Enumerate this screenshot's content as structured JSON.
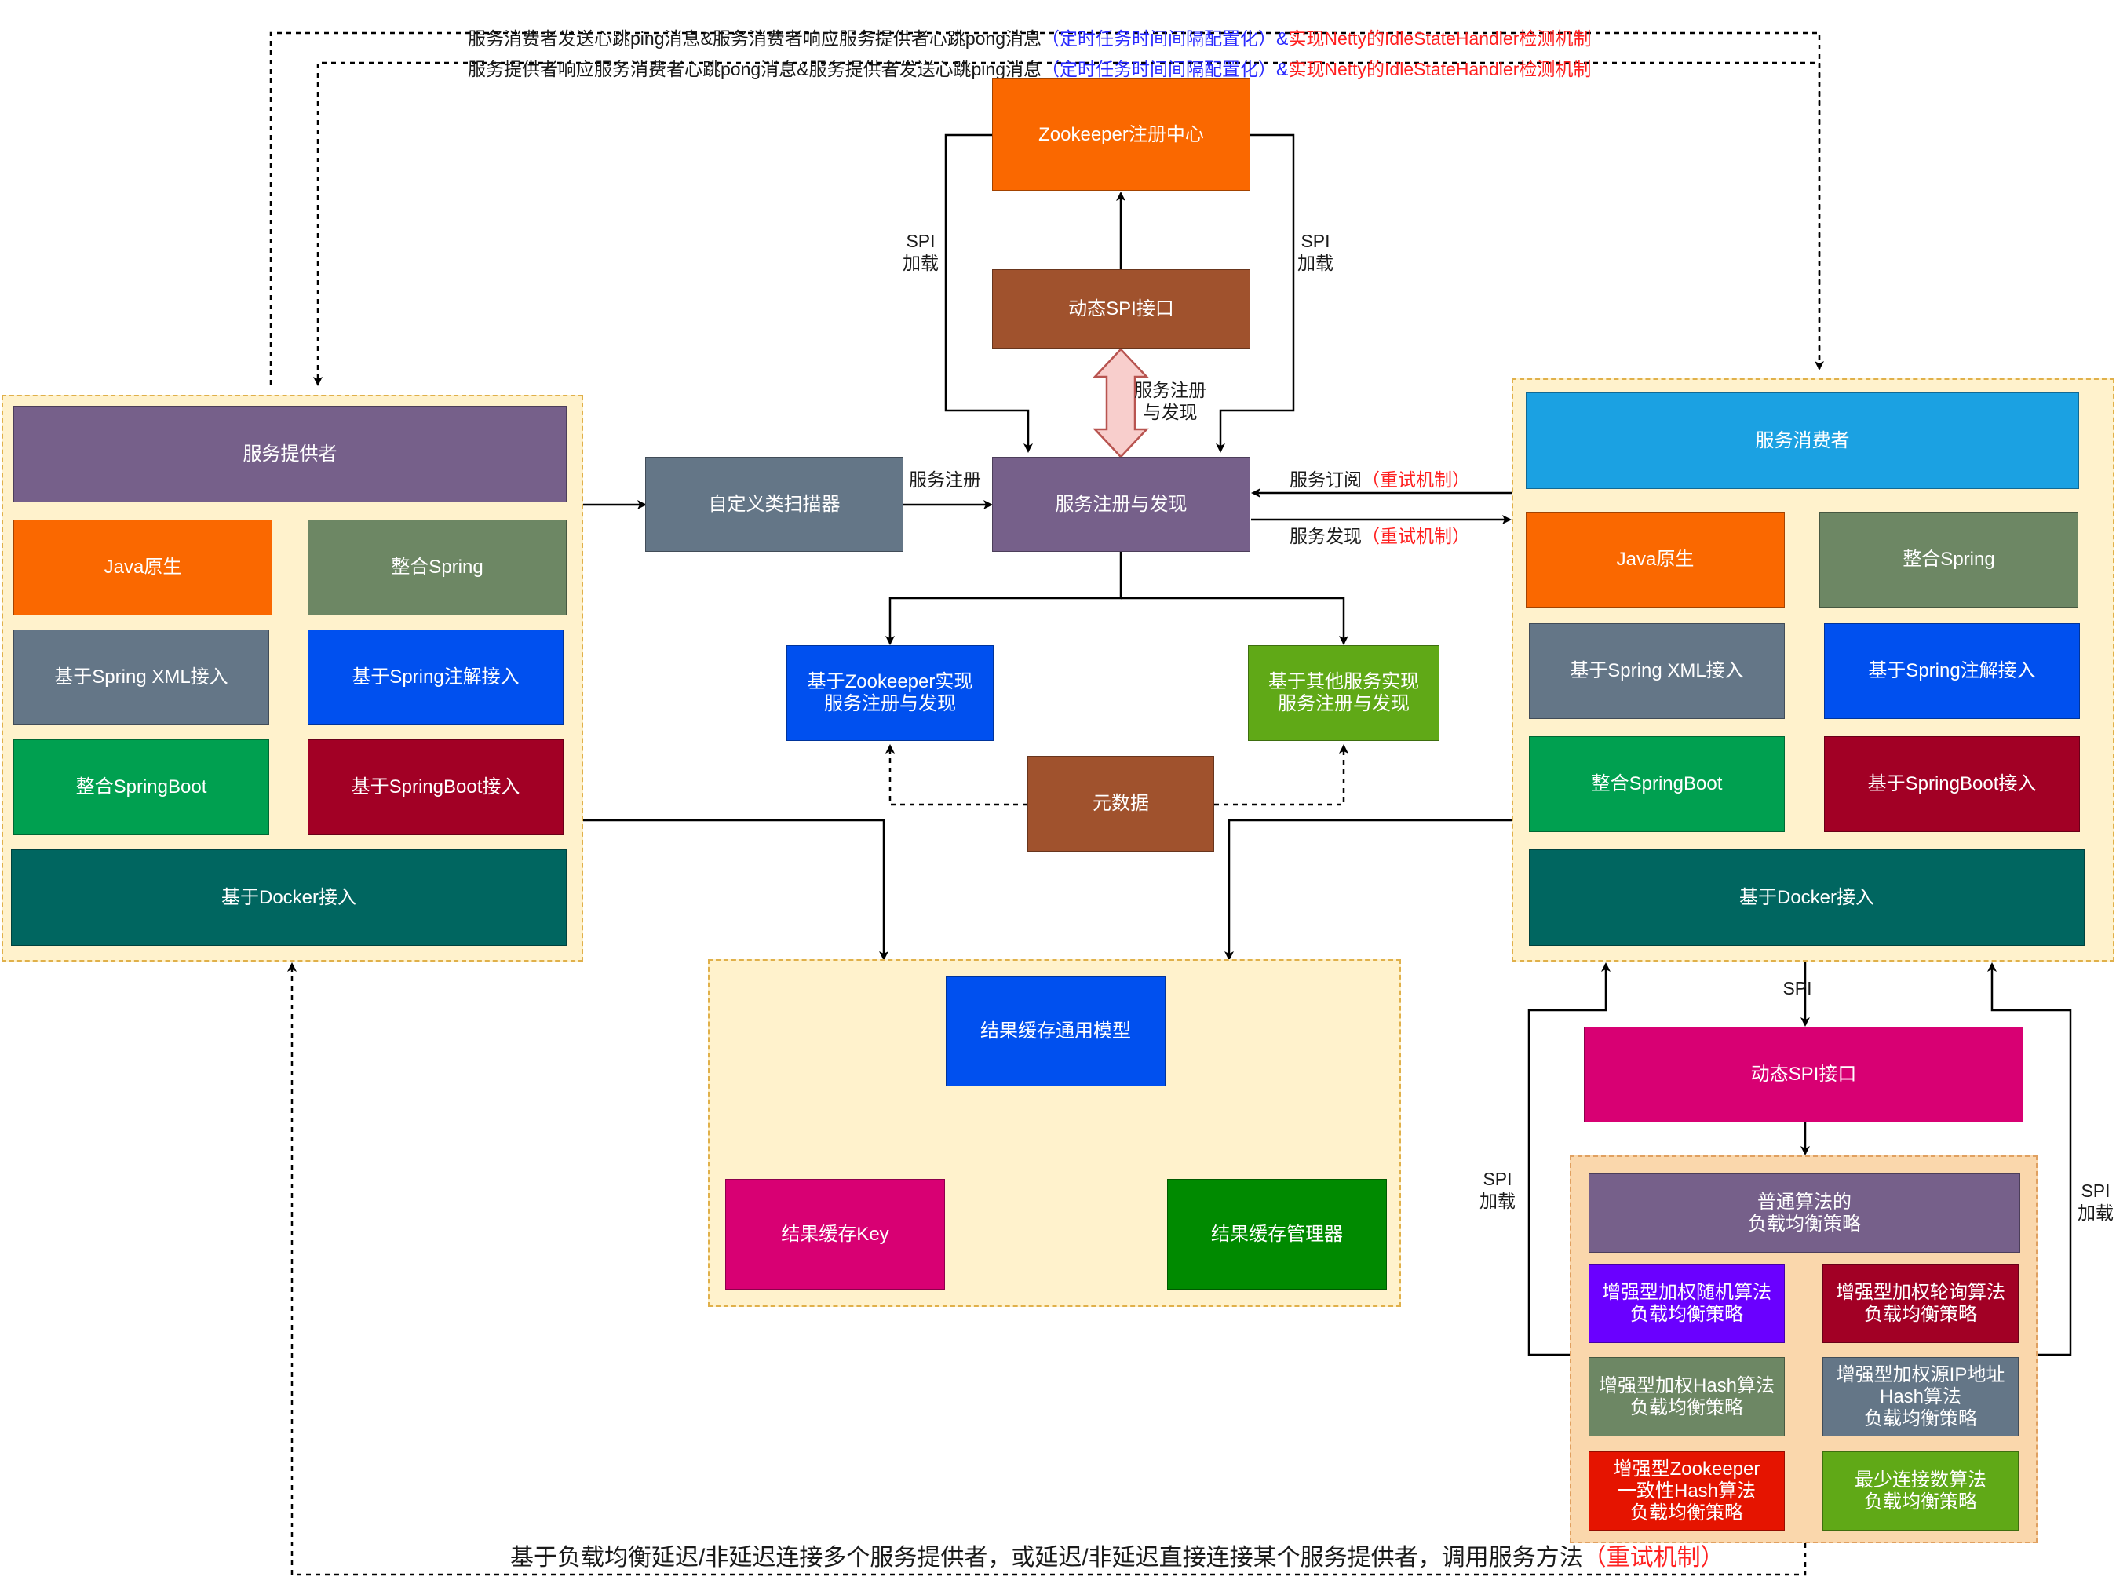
{
  "header_lines": [
    {
      "black": "服务消费者发送心跳ping消息&服务消费者响应服务提供者心跳pong消息",
      "blue": "（定时任务时间间隔配置化）&",
      "red": "实现Netty的IdleStateHandler检测机制"
    },
    {
      "black": "服务提供者响应服务消费者心跳pong消息&服务提供者发送心跳ping消息",
      "blue": "（定时任务时间间隔配置化）&",
      "red": "实现Netty的IdleStateHandler检测机制"
    }
  ],
  "zookeeper": "Zookeeper注册中心",
  "dynamic_spi_top": "动态SPI接口",
  "registry_discovery": "服务注册与发现",
  "custom_scanner": "自定义类扫描器",
  "zk_impl": "基于Zookeeper实现\n服务注册与发现",
  "other_impl": "基于其他服务实现\n服务注册与发现",
  "metadata": "元数据",
  "provider": {
    "title": "服务提供者",
    "java": "Java原生",
    "spring": "整合Spring",
    "spring_xml": "基于Spring XML接入",
    "spring_anno": "基于Spring注解接入",
    "springboot": "整合SpringBoot",
    "springboot_access": "基于SpringBoot接入",
    "docker": "基于Docker接入"
  },
  "consumer": {
    "title": "服务消费者",
    "java": "Java原生",
    "spring": "整合Spring",
    "spring_xml": "基于Spring XML接入",
    "spring_anno": "基于Spring注解接入",
    "springboot": "整合SpringBoot",
    "springboot_access": "基于SpringBoot接入",
    "docker": "基于Docker接入"
  },
  "cache": {
    "model": "结果缓存通用模型",
    "key": "结果缓存Key",
    "manager": "结果缓存管理器"
  },
  "dynamic_spi_lb": "动态SPI接口",
  "load_balance": {
    "normal": "普通算法的\n负载均衡策略",
    "weighted_random": "增强型加权随机算法\n负载均衡策略",
    "weighted_round": "增强型加权轮询算法\n负载均衡策略",
    "weighted_hash": "增强型加权Hash算法\n负载均衡策略",
    "weighted_ip_hash": "增强型加权源IP地址\nHash算法\n负载均衡策略",
    "zk_consistent_hash": "增强型Zookeeper\n一致性Hash算法\n负载均衡策略",
    "least_conn": "最少连接数算法\n负载均衡策略"
  },
  "labels": {
    "spi_load_left": "SPI\n加载",
    "spi_load_right": "SPI\n加载",
    "reg_and_discovery": "服务注册\n与发现",
    "register": "服务注册",
    "subscribe": "服务订阅",
    "subscribe_retry": "（重试机制）",
    "discover": "服务发现",
    "discover_retry": "（重试机制）",
    "spi": "SPI",
    "spi_load_lb_left": "SPI\n加载",
    "spi_load_lb_right": "SPI\n加载"
  },
  "footer": {
    "text": "基于负载均衡延迟/非延迟连接多个服务提供者，或延迟/非延迟直接连接某个服务提供者，调用服务方法",
    "retry": "（重试机制）"
  },
  "colors": {
    "orange": "#fa6800",
    "brown": "#a0522d",
    "purple": "#76608a",
    "slate": "#647687",
    "olive": "#6d8764",
    "blue": "#0050ef",
    "green": "#008a00",
    "emerald": "#00a050",
    "crimson": "#a20025",
    "teal": "#006660",
    "lime": "#60a917",
    "cyan": "#1ba1e2",
    "magenta": "#d80073",
    "violet": "#6a00ff",
    "red": "#e51400",
    "group_fill": "#fff2cc",
    "group_fill_lb": "#fad7ac",
    "accent_blue": "#2a2aff",
    "accent_red": "#ff2020"
  }
}
